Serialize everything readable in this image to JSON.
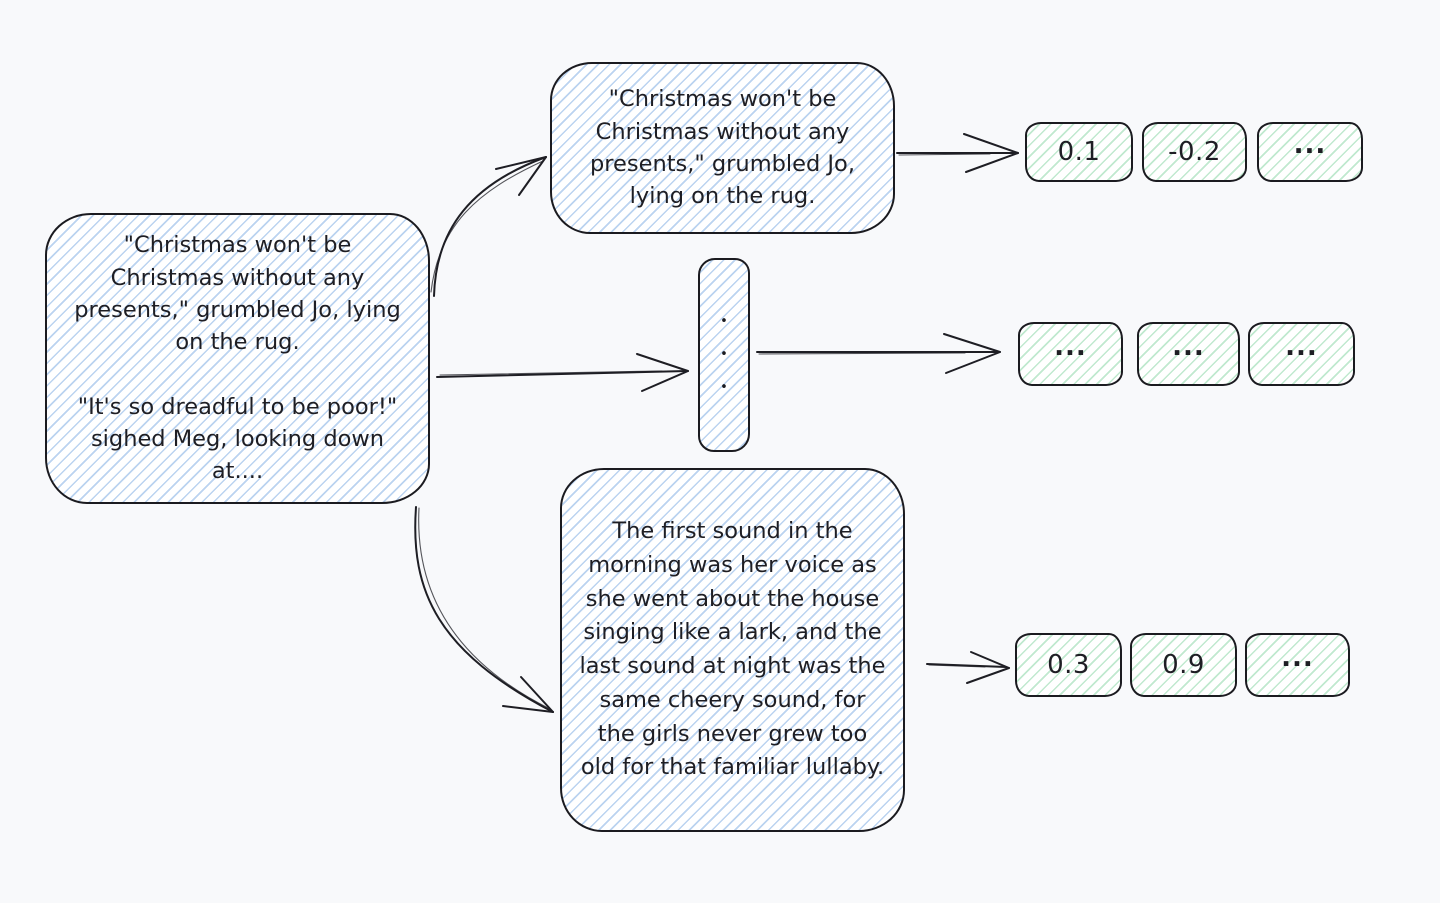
{
  "diagram": {
    "description": "chunking-and-embedding-diagram",
    "colors": {
      "background": "#f8f9fb",
      "stroke": "#1b1b20",
      "blue_hatch": "#b9d6f2",
      "green_hatch": "#bfe6cd",
      "text": "#1e1e24"
    }
  },
  "source_document": {
    "paragraph1": "\"Christmas won't be Christmas without any presents,\" grumbled Jo, lying on the rug.",
    "paragraph2": "\"It's so dreadful to be poor!\" sighed Meg, looking down at...."
  },
  "chunks": {
    "top": "\"Christmas won't be Christmas without any presents,\" grumbled Jo, lying on the rug.",
    "middle_dots": [
      "•",
      "•",
      "•"
    ],
    "bottom": "The first sound in the morning was her voice as she went about the house singing like a lark, and the last sound at night was the same cheery sound, for the girls never grew too old for that familiar lullaby."
  },
  "embeddings": {
    "rows": [
      {
        "values": [
          "0.1",
          "-0.2",
          "..."
        ]
      },
      {
        "values": [
          "...",
          "...",
          "..."
        ]
      },
      {
        "values": [
          "0.3",
          "0.9",
          "..."
        ]
      }
    ]
  }
}
